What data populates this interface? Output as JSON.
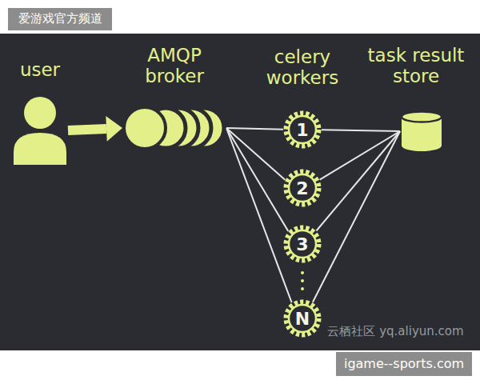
{
  "diagram": {
    "nodes": [
      {
        "text": [
          "user"
        ]
      },
      {
        "text": [
          "AMQP broker"
        ]
      },
      {
        "text": [
          "1"
        ]
      },
      {
        "text": [
          "2"
        ]
      },
      {
        "text": [
          "3"
        ]
      },
      {
        "text": [
          "N"
        ]
      },
      {
        "text": [
          "task result store"
        ]
      }
    ],
    "edges": [
      {
        "from": 0,
        "to": 1,
        "arrow": "to"
      },
      {
        "from": 1,
        "to": 2,
        "arrow": "none"
      },
      {
        "from": 1,
        "to": 3,
        "arrow": "none"
      },
      {
        "from": 1,
        "to": 4,
        "arrow": "none"
      },
      {
        "from": 1,
        "to": 5,
        "arrow": "none"
      },
      {
        "from": 2,
        "to": 6,
        "arrow": "none"
      },
      {
        "from": 3,
        "to": 6,
        "arrow": "none"
      },
      {
        "from": 4,
        "to": 6,
        "arrow": "none"
      },
      {
        "from": 5,
        "to": 6,
        "arrow": "none"
      }
    ],
    "labels": [
      "爱游戏官方频道",
      "celery workers",
      "云栖社区 yq.aliyun.com",
      "igame--sports.com"
    ]
  }
}
